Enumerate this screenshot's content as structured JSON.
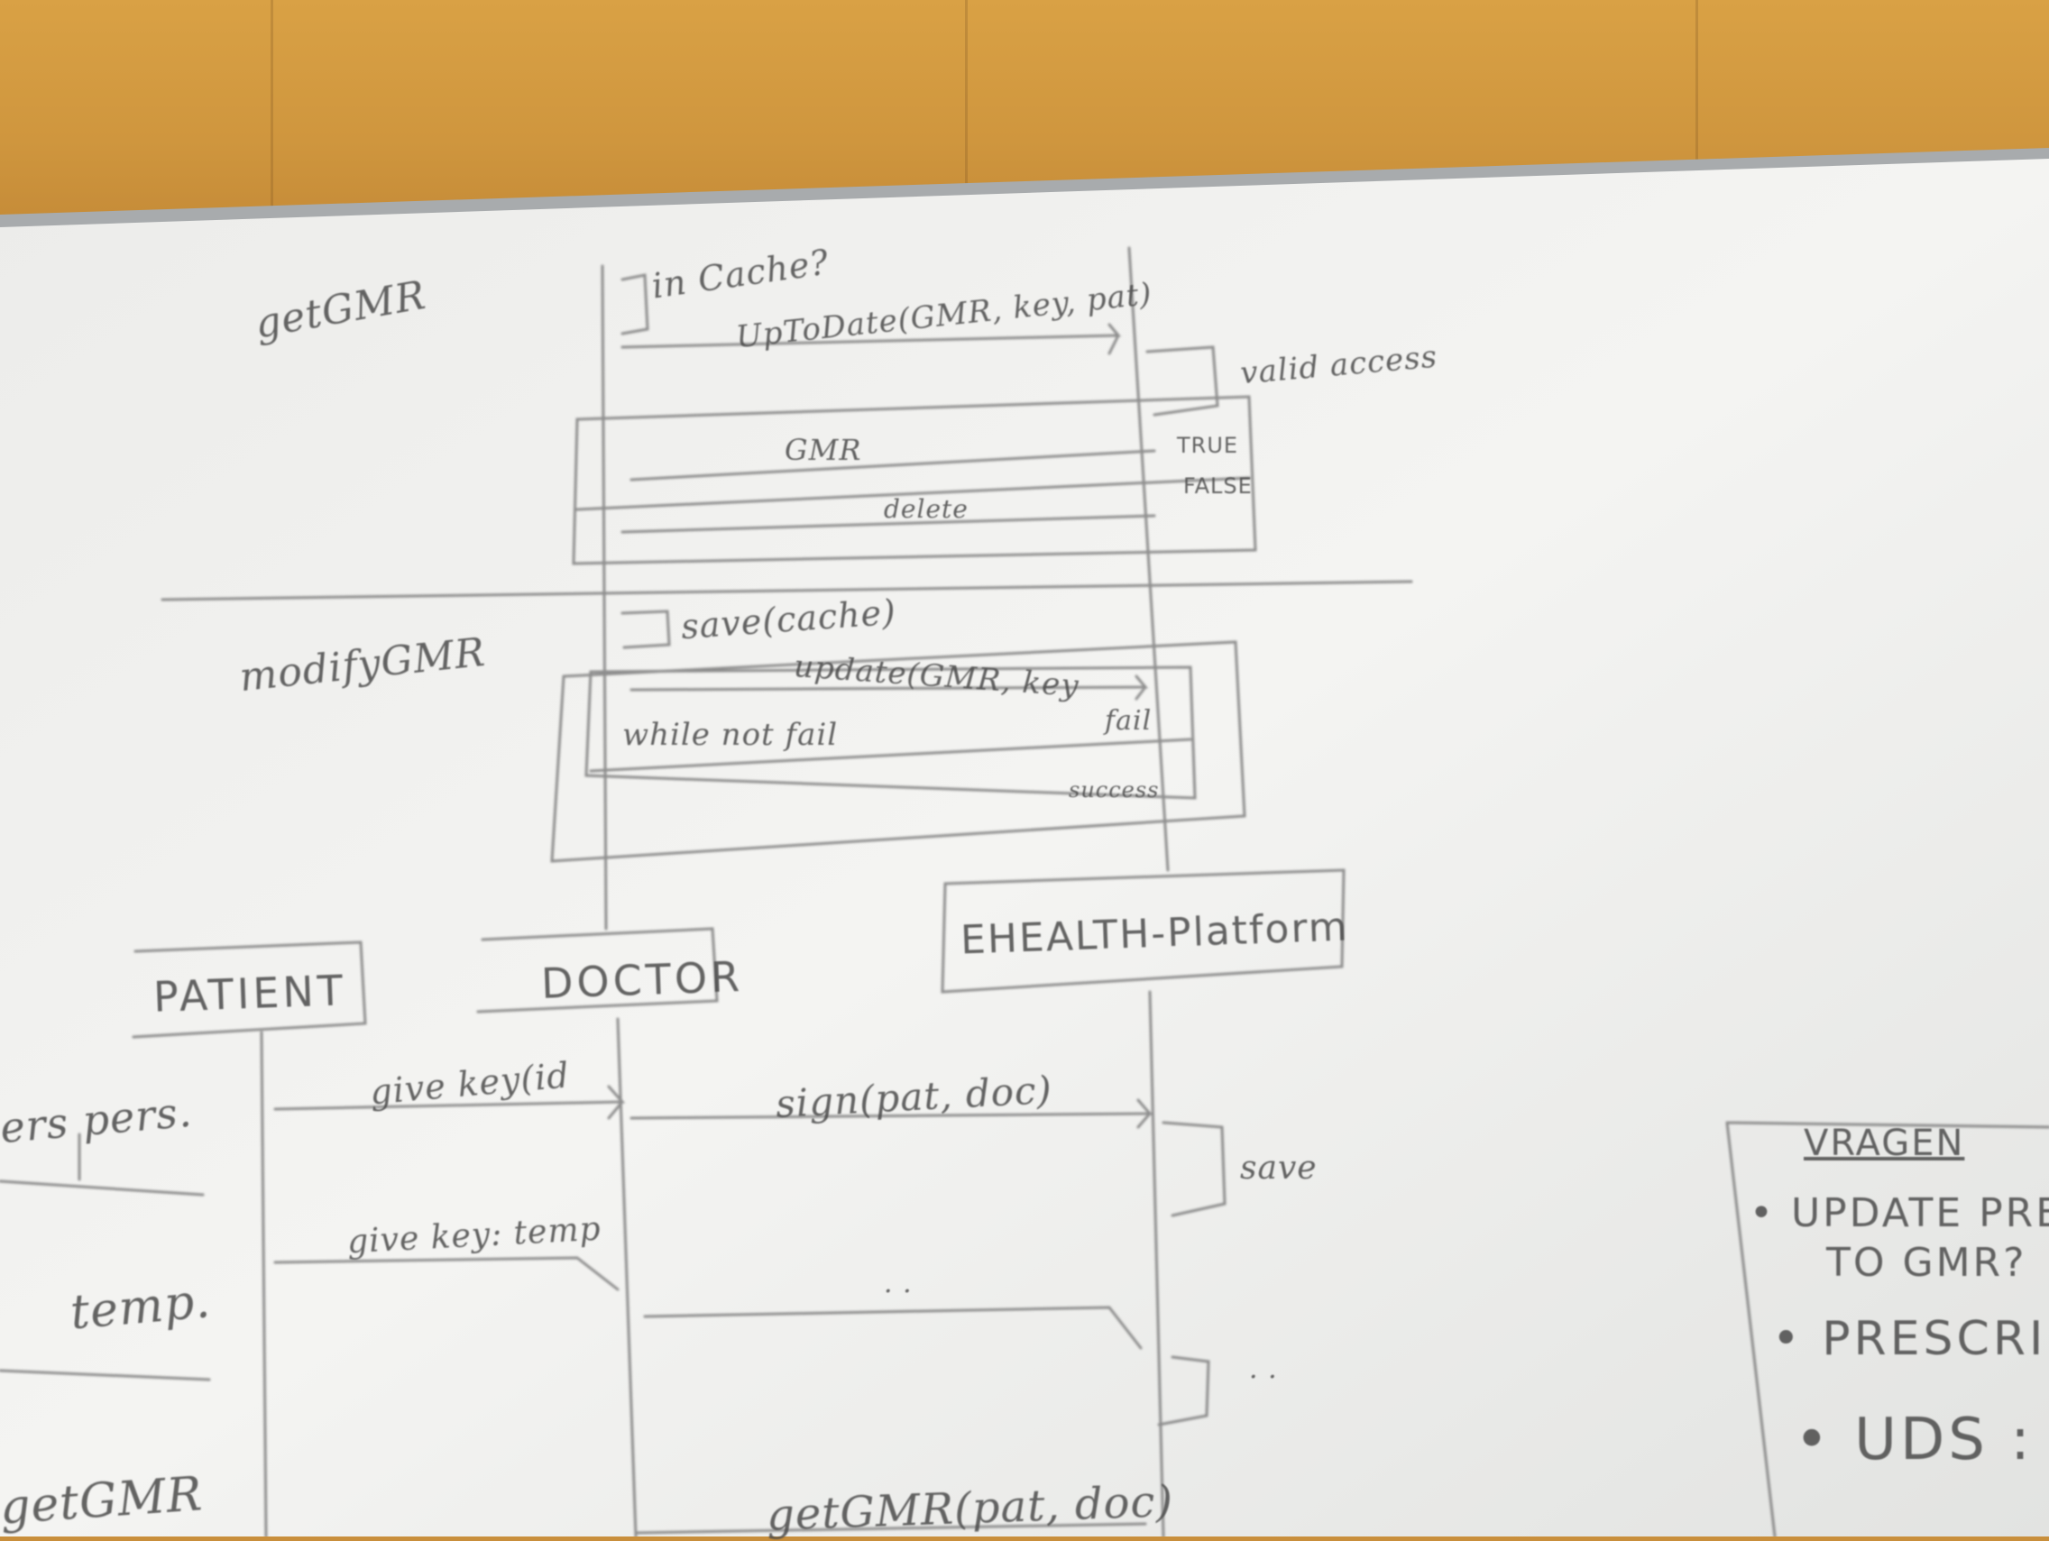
{
  "board": {
    "sections": {
      "get_gmr_top": "getGMR",
      "modify_gmr": "modifyGMR",
      "get_gmr_bottom": "getGMR"
    },
    "messages": {
      "in_cache": "in Cache?",
      "up_to_date": "UpToDate(GMR, key, pat)",
      "valid_access": "valid access",
      "true_label": "TRUE",
      "false_label": "FALSE",
      "gmr": "GMR",
      "delete": "delete",
      "save_cache": "save(cache)",
      "update": "update(GMR, key",
      "while_not_fail": "while not fail",
      "fail": "fail",
      "success": "success",
      "give_key_id": "give key(id",
      "sign": "sign(pat, doc)",
      "save": "save",
      "give_key_temp": "give key: temp",
      "dots1": "· ·",
      "dots2": "· ·",
      "get_gmr_call": "getGMR(pat, doc)"
    },
    "actors": {
      "patient": "PATIENT",
      "doctor": "DOCTOR",
      "platform": "EHEALTH-Platform"
    },
    "left_edge": {
      "pers": "ers pers.",
      "temp": "temp."
    },
    "questions_box": {
      "title": "VRAGEN",
      "q1_line1": "• UPDATE PRESC",
      "q1_line2": "TO GMR?",
      "q2": "• PRESCRIPT",
      "q3": "• UDS :"
    }
  }
}
